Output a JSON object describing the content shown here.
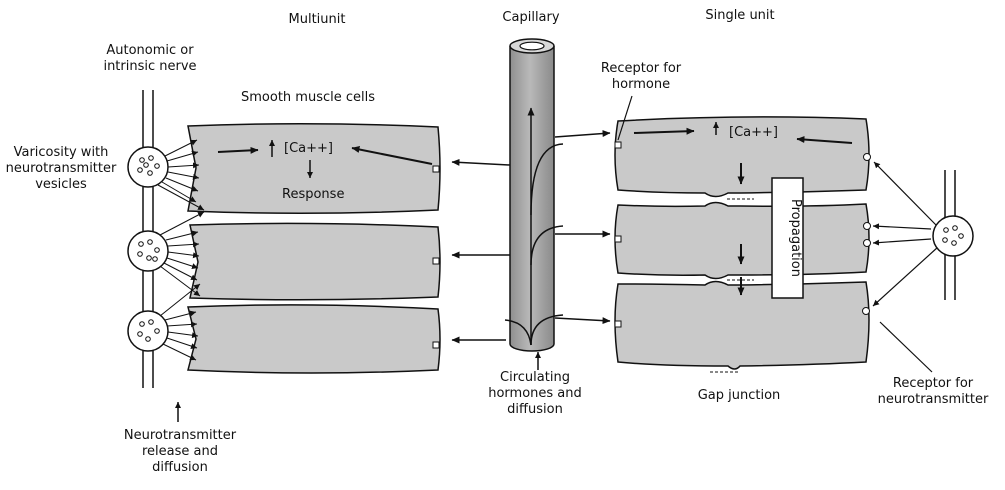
{
  "labels": {
    "multiunit": "Multiunit",
    "capillary": "Capillary",
    "single_unit": "Single unit",
    "autonomic_nerve": "Autonomic or\nintrinsic nerve",
    "smooth_muscle_cells": "Smooth muscle cells",
    "varicosity": "Varicosity with\nneurotransmitter\nvesicles",
    "receptor_hormone": "Receptor for\nhormone",
    "calcium_left": "[Ca++]",
    "calcium_right": "[Ca++]",
    "response": "Response",
    "propagation": "Propagation",
    "circulating": "Circulating\nhormones and\ndiffusion",
    "gap_junction": "Gap junction",
    "receptor_neuro": "Receptor for\nneurotransmitter",
    "neuro_release": "Neurotransmitter\nrelease and\ndiffusion"
  },
  "colors": {
    "cell_fill": "#c9c9c9",
    "capillary_fill": "#a9a9a9",
    "line": "#111111",
    "background": "#ffffff"
  }
}
